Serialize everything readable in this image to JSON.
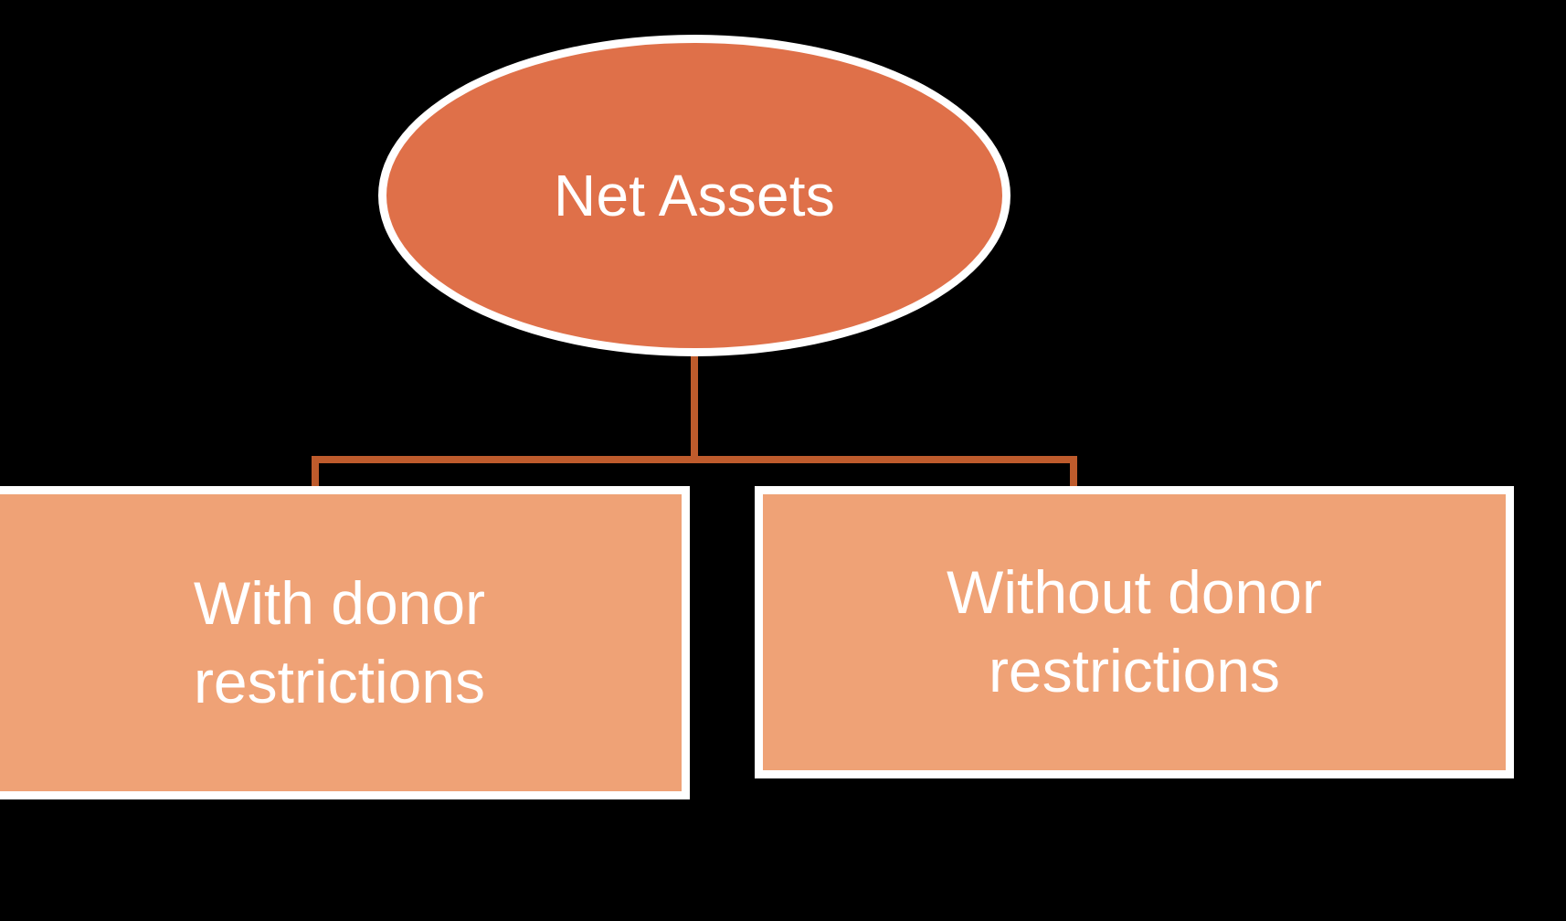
{
  "diagram": {
    "title": "Net Assets classification hierarchy",
    "type": "tree",
    "colors": {
      "background": "#000000",
      "root_fill": "#DF7049",
      "child_fill": "#EFA276",
      "node_border": "#FFFFFF",
      "connector": "#BE5B2C",
      "label_text": "#FFFFFF"
    },
    "root": {
      "id": "net-assets",
      "label": "Net Assets",
      "shape": "ellipse"
    },
    "children": [
      {
        "id": "with-donor-restrictions",
        "label": "With donor restrictions",
        "line1": "With donor",
        "line2": "restrictions",
        "shape": "rectangle"
      },
      {
        "id": "without-donor-restrictions",
        "label": "Without donor restrictions",
        "line1": "Without donor",
        "line2": "restrictions",
        "shape": "rectangle"
      }
    ],
    "edges": [
      {
        "from": "net-assets",
        "to": "with-donor-restrictions"
      },
      {
        "from": "net-assets",
        "to": "without-donor-restrictions"
      }
    ]
  }
}
